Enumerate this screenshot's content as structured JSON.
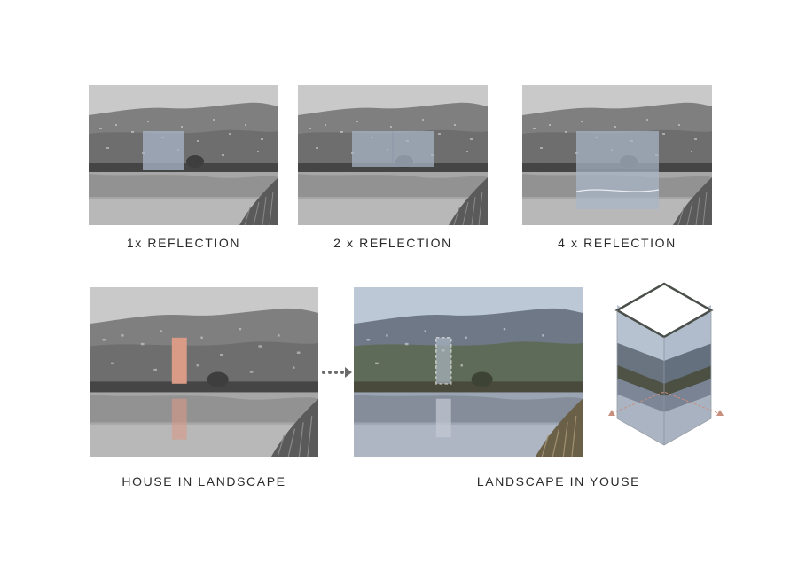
{
  "captions": {
    "one": "1x REFLECTION",
    "two": "2 x REFLECTION",
    "four": "4 x REFLECTION",
    "house": "HOUSE IN LANDSCAPE",
    "landscape": "LANDSCAPE IN YOUSE"
  },
  "colors": {
    "house_fill": "#d99a86",
    "mirror_tint": "#a9b6c8",
    "sky_gray": "#c8c8c8",
    "sky_blue": "#bcc8d6",
    "arrow": "#6b6b6b",
    "section_marker": "#c98f7e"
  },
  "icons": {
    "flow_arrow": "dotted-arrow-right-icon",
    "markers": "triangle-marker-icon"
  }
}
